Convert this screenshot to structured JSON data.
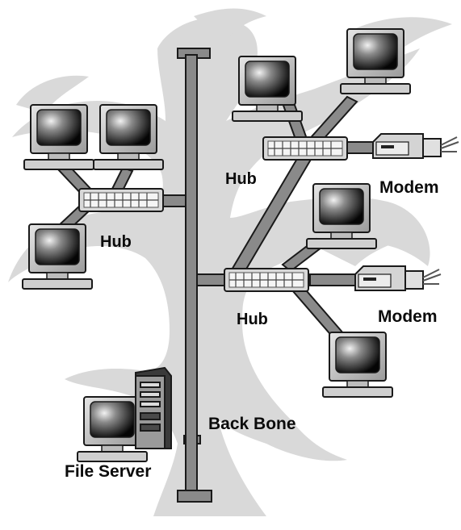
{
  "labels": {
    "hub_left": "Hub",
    "hub_top": "Hub",
    "hub_middle": "Hub",
    "modem_top": "Modem",
    "modem_middle": "Modem",
    "back_bone": "Back Bone",
    "file_server": "File Server"
  },
  "colors": {
    "background": "#ffffff",
    "tree_silhouette": "#d9d9d9",
    "cable": "#8a8a8a",
    "outline": "#1a1a1a",
    "monitor_body": "#c9c9c9",
    "screen": "#111111",
    "label_text": "#0b0b0b"
  },
  "icons": {
    "workstation": "crt-monitor-icon",
    "hub": "network-hub-icon",
    "modem": "modem-icon",
    "server": "server-tower-icon"
  }
}
